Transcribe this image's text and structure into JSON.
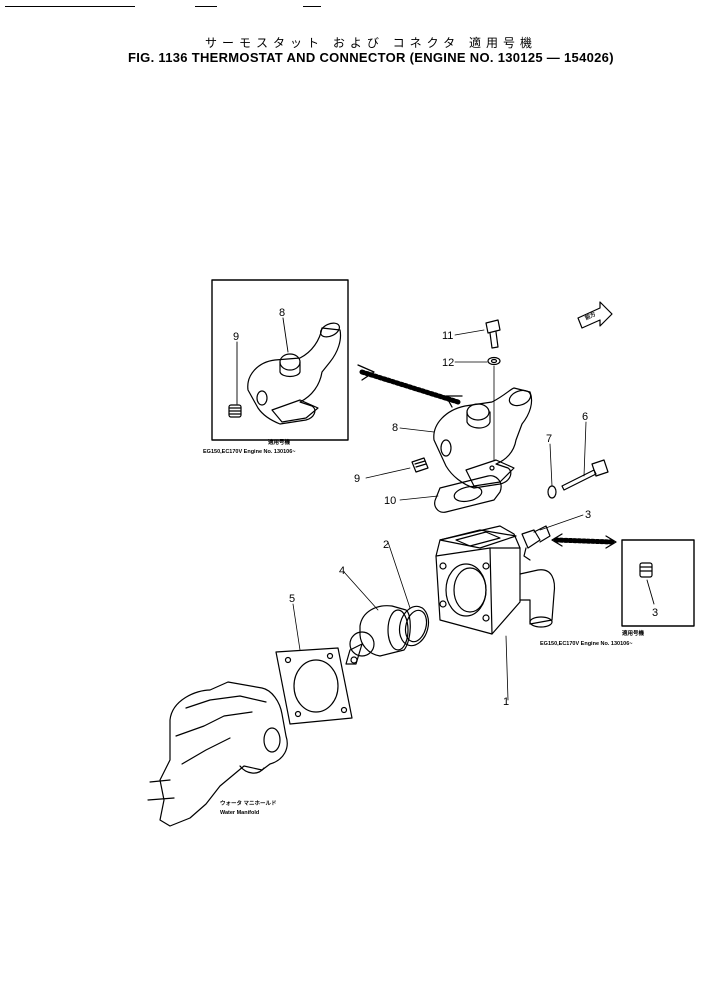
{
  "title": {
    "japanese": "サーモスタット および コネクタ 適用号機",
    "english": "FIG. 1136  THERMOSTAT AND CONNECTOR (ENGINE NO. 130125 — 154026)"
  },
  "part_labels": {
    "p1": "1",
    "p2": "2",
    "p3": "3",
    "p3_inset": "3",
    "p4": "4",
    "p5": "5",
    "p6": "6",
    "p7": "7",
    "p8": "8",
    "p8_inset": "8",
    "p9": "9",
    "p9_inset": "9",
    "p10": "10",
    "p11": "11",
    "p12": "12"
  },
  "inset_left": {
    "applicable_jp": "適用号機",
    "applicable_en": "EG150,EC170V  Engine  No.  130106~"
  },
  "inset_right": {
    "applicable_jp": "適用号機",
    "applicable_en": "EG150,EC170V  Engine  No.  130106~"
  },
  "manifold_label": {
    "jp": "ウォータ マニホールド",
    "en": "Water  Manifold"
  },
  "direction_marker": "前方"
}
